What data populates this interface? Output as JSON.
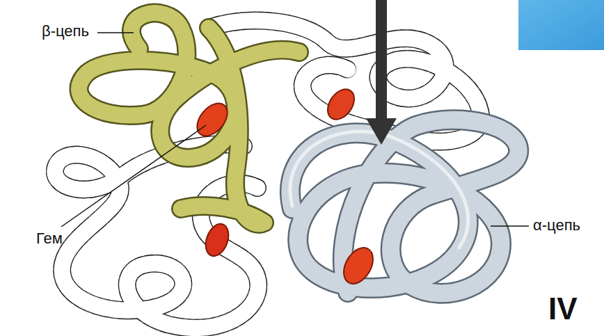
{
  "diagram": {
    "labels": [
      "β-цепь",
      "Гем",
      "α-цепь",
      "IV"
    ]
  }
}
